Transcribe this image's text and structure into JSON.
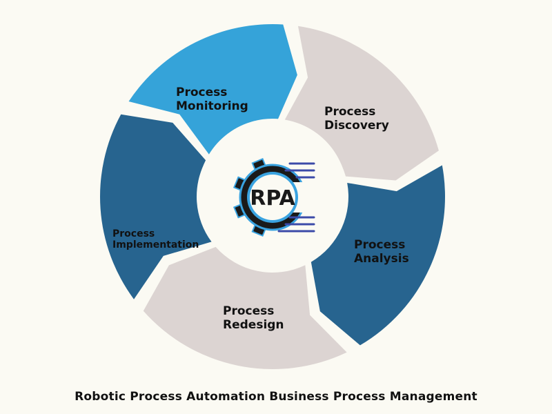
{
  "diagram": {
    "center_logo_text": "RPA",
    "stages": [
      {
        "id": "monitoring",
        "line1": "Process",
        "line2": "Monitoring",
        "color": "#35a3d9"
      },
      {
        "id": "discovery",
        "line1": "Process",
        "line2": "Discovery",
        "color": "#dcd4d2"
      },
      {
        "id": "analysis",
        "line1": "Process",
        "line2": "Analysis",
        "color": "#27648f"
      },
      {
        "id": "redesign",
        "line1": "Process",
        "line2": "Redesign",
        "color": "#dcd4d2"
      },
      {
        "id": "implementation",
        "line1": "Process",
        "line2": "Implementation",
        "color": "#27648f"
      }
    ]
  },
  "caption": "Robotic Process Automation Business Process Management",
  "colors": {
    "background": "#fbfaf3",
    "center": "#fbfaf3",
    "gear": "#1a1a1a",
    "gear_outline": "#3aa3e0",
    "circuit": "#3b4aa8"
  }
}
